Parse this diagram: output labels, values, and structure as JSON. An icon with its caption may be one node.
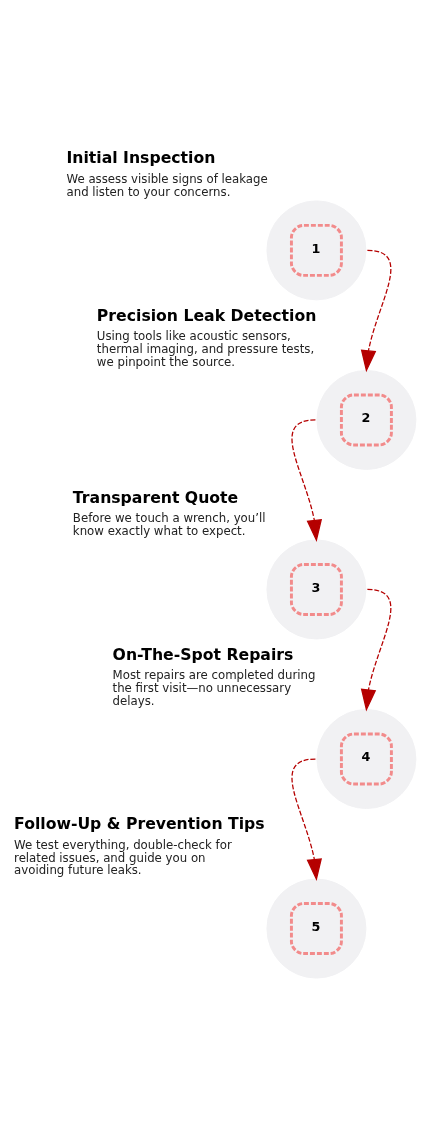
{
  "diagram": {
    "nodes": [
      {
        "text": [
          "1"
        ],
        "beside": [
          "Initial Inspection",
          "We assess visible signs of leakage and listen to your concerns."
        ]
      },
      {
        "text": [
          "2"
        ],
        "beside": [
          "Precision Leak Detection",
          "Using tools like acoustic sensors, thermal imaging, and pressure tests, we pinpoint the source."
        ]
      },
      {
        "text": [
          "3"
        ],
        "beside": [
          "Transparent Quote",
          "Before we touch a wrench, you’ll know exactly what to expect."
        ]
      },
      {
        "text": [
          "4"
        ],
        "beside": [
          "On-The-Spot Repairs",
          "Most repairs are completed during the first visit—no unnecessary delays."
        ]
      },
      {
        "text": [
          "5"
        ],
        "beside": [
          "Follow-Up & Prevention Tips",
          "We test everything, double-check for related issues, and guide you on avoiding future leaks."
        ]
      }
    ],
    "edges": [
      {
        "from": 0,
        "to": 1,
        "arrow": "to",
        "style": "dashed"
      },
      {
        "from": 1,
        "to": 2,
        "arrow": "to",
        "style": "dashed"
      },
      {
        "from": 2,
        "to": 3,
        "arrow": "to",
        "style": "dashed"
      },
      {
        "from": 3,
        "to": 4,
        "arrow": "to",
        "style": "dashed"
      }
    ]
  }
}
